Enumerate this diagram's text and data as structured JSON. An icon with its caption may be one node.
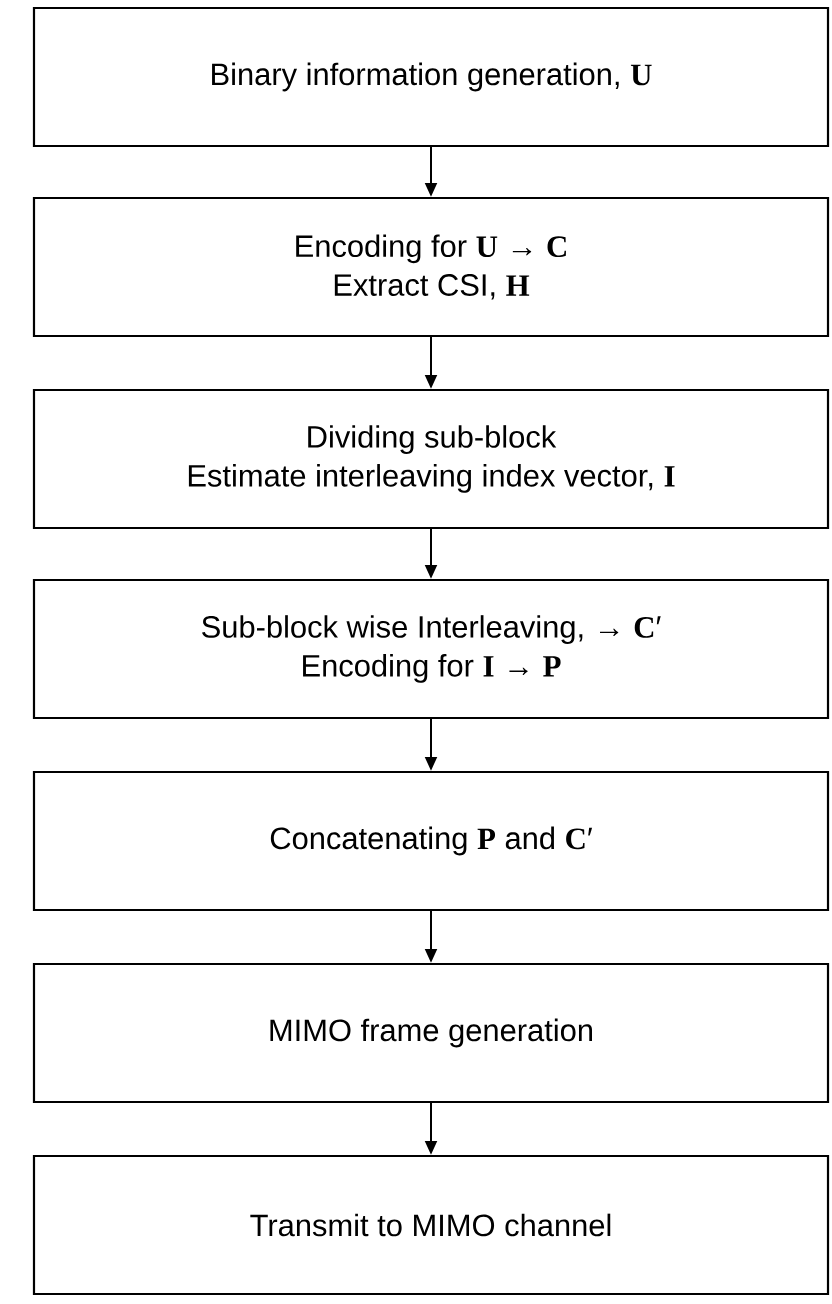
{
  "diagram": {
    "nodes": [
      {
        "text": [
          "Binary information generation, **U**"
        ]
      },
      {
        "text": [
          "Encoding for **U** → **C**",
          "Extract CSI, **H**"
        ]
      },
      {
        "text": [
          "Dividing sub-block",
          "Estimate interleaving index vector, **I**"
        ]
      },
      {
        "text": [
          "Sub-block wise Interleaving, → **C**′",
          "Encoding for **I** → **P**"
        ]
      },
      {
        "text": [
          "Concatenating **P** and **C**′"
        ]
      },
      {
        "text": [
          "MIMO frame generation"
        ]
      },
      {
        "text": [
          "Transmit to MIMO channel"
        ]
      }
    ],
    "edges": [
      {
        "from": 0,
        "to": 1,
        "arrow": "to"
      },
      {
        "from": 1,
        "to": 2,
        "arrow": "to"
      },
      {
        "from": 2,
        "to": 3,
        "arrow": "to"
      },
      {
        "from": 3,
        "to": 4,
        "arrow": "to"
      },
      {
        "from": 4,
        "to": 5,
        "arrow": "to"
      },
      {
        "from": 5,
        "to": 6,
        "arrow": "to"
      }
    ]
  }
}
